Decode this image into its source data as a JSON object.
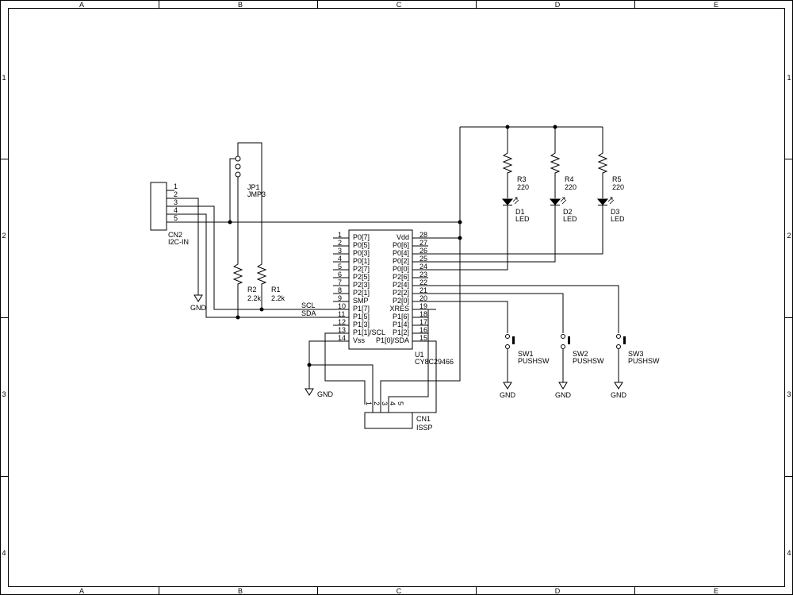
{
  "frame": {
    "columns": [
      "A",
      "B",
      "C",
      "D",
      "E"
    ],
    "rows": [
      "1",
      "2",
      "3",
      "4"
    ]
  },
  "u1": {
    "ref": "U1",
    "value": "CY8C29466",
    "left_pins": [
      {
        "num": "1",
        "name": "P0[7]"
      },
      {
        "num": "2",
        "name": "P0[5]"
      },
      {
        "num": "3",
        "name": "P0[3]"
      },
      {
        "num": "4",
        "name": "P0[1]"
      },
      {
        "num": "5",
        "name": "P2[7]"
      },
      {
        "num": "6",
        "name": "P2[5]"
      },
      {
        "num": "7",
        "name": "P2[3]"
      },
      {
        "num": "8",
        "name": "P2[1]"
      },
      {
        "num": "9",
        "name": "SMP"
      },
      {
        "num": "10",
        "name": "P1[7]"
      },
      {
        "num": "11",
        "name": "P1[5]"
      },
      {
        "num": "12",
        "name": "P1[3]"
      },
      {
        "num": "13",
        "name": "P1[1]/SCL"
      },
      {
        "num": "14",
        "name": "Vss"
      }
    ],
    "right_pins": [
      {
        "num": "28",
        "name": "Vdd"
      },
      {
        "num": "27",
        "name": "P0[6]"
      },
      {
        "num": "26",
        "name": "P0[4]"
      },
      {
        "num": "25",
        "name": "P0[2]"
      },
      {
        "num": "24",
        "name": "P0[0]"
      },
      {
        "num": "23",
        "name": "P2[6]"
      },
      {
        "num": "22",
        "name": "P2[4]"
      },
      {
        "num": "21",
        "name": "P2[2]"
      },
      {
        "num": "20",
        "name": "P2[0]"
      },
      {
        "num": "19",
        "name": "XRES"
      },
      {
        "num": "18",
        "name": "P1[6]"
      },
      {
        "num": "17",
        "name": "P1[4]"
      },
      {
        "num": "16",
        "name": "P1[2]"
      },
      {
        "num": "15",
        "name": "P1[0]/SDA"
      }
    ]
  },
  "cn2": {
    "ref": "CN2",
    "value": "I2C-IN",
    "pins": [
      "1",
      "2",
      "3",
      "4",
      "5"
    ]
  },
  "cn1": {
    "ref": "CN1",
    "value": "ISSP",
    "pins": [
      "1",
      "2",
      "3",
      "4",
      "5"
    ]
  },
  "jp1": {
    "ref": "JP1",
    "value": "JMP3"
  },
  "resistors": [
    {
      "ref": "R2",
      "value": "2.2k"
    },
    {
      "ref": "R1",
      "value": "2.2k"
    },
    {
      "ref": "R3",
      "value": "220"
    },
    {
      "ref": "R4",
      "value": "220"
    },
    {
      "ref": "R5",
      "value": "220"
    }
  ],
  "leds": [
    {
      "ref": "D1",
      "value": "LED"
    },
    {
      "ref": "D2",
      "value": "LED"
    },
    {
      "ref": "D3",
      "value": "LED"
    }
  ],
  "switches": [
    {
      "ref": "SW1",
      "value": "PUSHSW"
    },
    {
      "ref": "SW2",
      "value": "PUSHSW"
    },
    {
      "ref": "SW3",
      "value": "PUSHSW"
    }
  ],
  "nets": {
    "scl": "SCL",
    "sda": "SDA",
    "gnd": "GND"
  }
}
